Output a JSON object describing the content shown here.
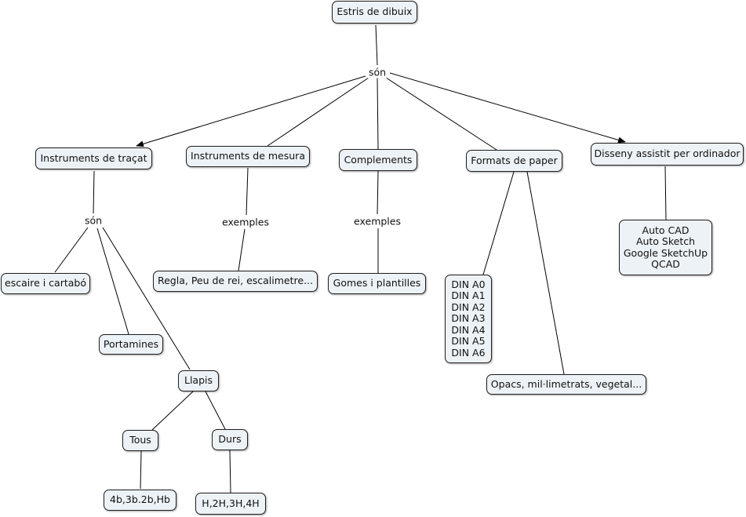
{
  "nodes": {
    "root": "Estris de dibuix",
    "tracat": "Instruments de traçat",
    "mesura": "Instruments de mesura",
    "complements": "Complements",
    "formats": "Formats de paper",
    "disseny": "Disseny assistit per ordinador",
    "escaire": "escaire i cartabó",
    "portamines": "Portamines",
    "llapis": "Llapis",
    "tous": "Tous",
    "durs": "Durs",
    "tous_val": "4b,3b.2b,Hb",
    "durs_val": "H,2H,3H,4H",
    "regla": "Regla, Peu de rei, escalimetre...",
    "gomes": "Gomes i plantilles",
    "din": [
      "DIN A0",
      "DIN A1",
      "DIN A2",
      "DIN A3",
      "DIN A4",
      "DIN A5",
      "DIN A6"
    ],
    "opacs": "Opacs, mil·limetrats, vegetal...",
    "cad": [
      "Auto CAD",
      "Auto Sketch",
      "Google SketchUp",
      "QCAD"
    ]
  },
  "linking_phrases": {
    "root_son": "són",
    "tracat_son": "són",
    "mesura_exemples": "exemples",
    "complements_exemples": "exemples"
  }
}
